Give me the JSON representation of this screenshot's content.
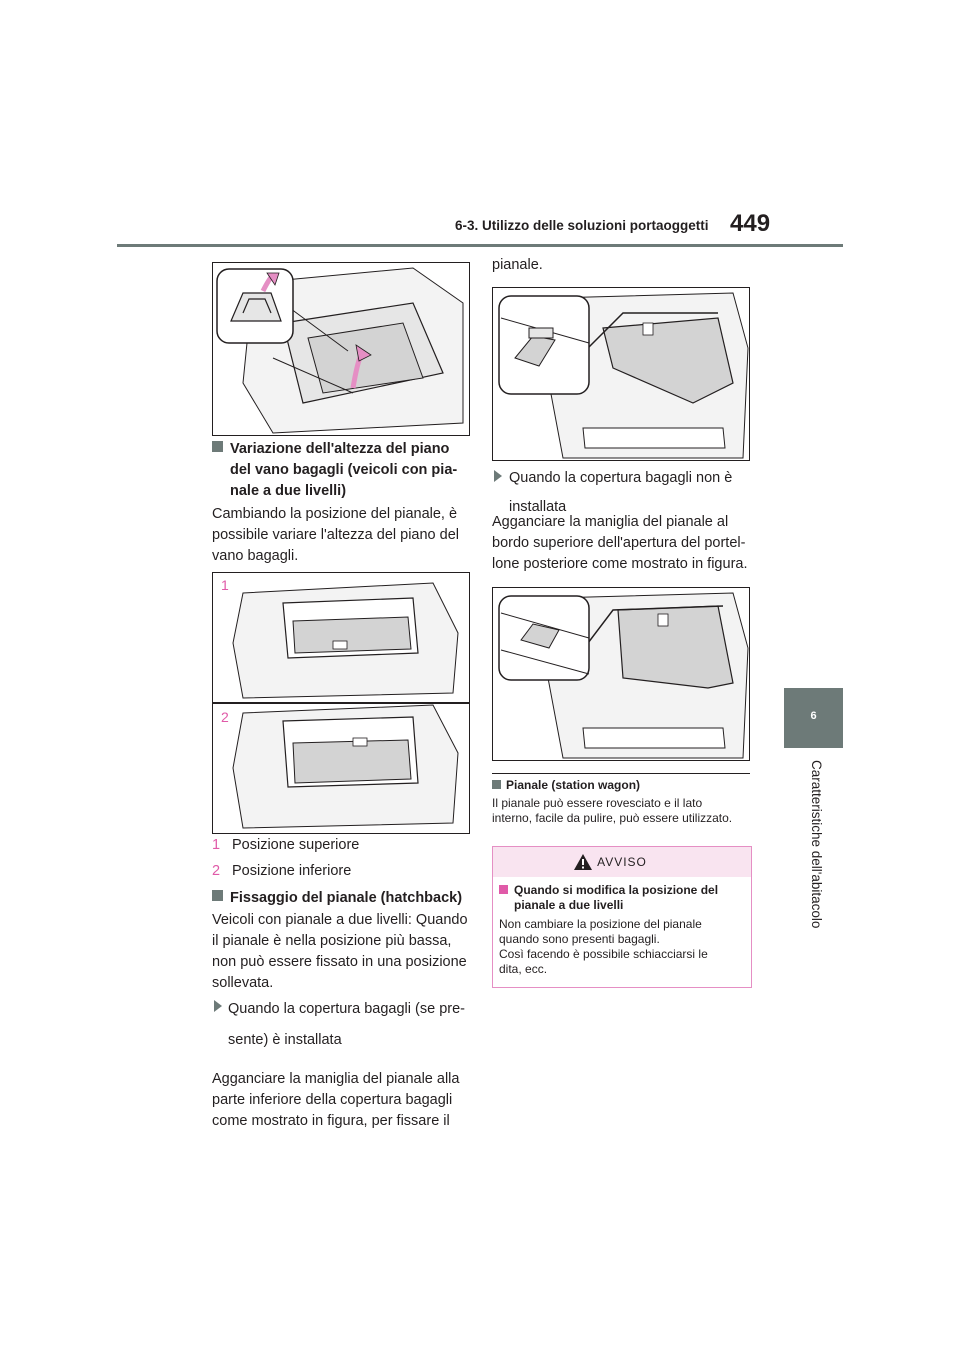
{
  "header": {
    "title": "6-3. Utilizzo delle soluzioni portaoggetti",
    "page_number": "449"
  },
  "side_tab": {
    "number": "6",
    "label": "Caratteristiche dell'abitacolo"
  },
  "left": {
    "heading1": [
      "Variazione dell'altezza del piano",
      "del vano bagagli (veicoli con pia-",
      "nale a due livelli)"
    ],
    "para1": [
      "Cambiando la posizione del pianale, è",
      "possibile variare l'altezza del piano del",
      "vano bagagli."
    ],
    "fig2_labels": [
      "1",
      "2"
    ],
    "legend": [
      {
        "num": "1",
        "text": "Posizione superiore"
      },
      {
        "num": "2",
        "text": "Posizione inferiore"
      }
    ],
    "heading2": "Fissaggio del pianale (hatchback)",
    "para2": [
      "Veicoli con pianale a due livelli: Quando",
      "il pianale è nella posizione più bassa,",
      "non può essere fissato in una posizione",
      "sollevata."
    ],
    "bullet1": [
      "Quando la copertura bagagli (se pre-",
      "sente) è installata"
    ],
    "para3": [
      "Agganciare la maniglia del pianale alla",
      "parte inferiore della copertura bagagli",
      "come mostrato in figura, per fissare il"
    ]
  },
  "right": {
    "para_cont": "pianale.",
    "bullet2": [
      "Quando la copertura bagagli non è",
      "installata"
    ],
    "para4": [
      "Agganciare la maniglia del pianale al",
      "bordo superiore dell'apertura del portel-",
      "lone posteriore come mostrato in figura."
    ],
    "heading3": "Pianale (station wagon)",
    "para5": [
      "Il pianale può essere rovesciato e il lato",
      "interno, facile da pulire, può essere utilizzato."
    ],
    "warning": {
      "title": "AVVISO",
      "subheading": [
        "Quando si modifica la posizione del",
        "pianale a due livelli"
      ],
      "body": [
        "Non cambiare la posizione del pianale",
        "quando sono presenti bagagli.",
        "Così facendo è possibile schiacciarsi le",
        "dita, ecc."
      ]
    }
  },
  "colors": {
    "accent": "#6d7a78",
    "pink": "#e05aa8",
    "warning_bg": "#f9e4f0"
  }
}
